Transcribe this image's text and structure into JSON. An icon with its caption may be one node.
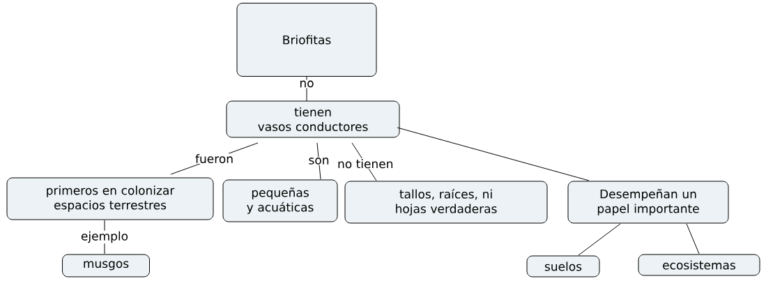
{
  "diagram": {
    "nodes": [
      {
        "text": [
          "Briofitas"
        ]
      },
      {
        "text": [
          "tienen vasos conductores"
        ]
      },
      {
        "text": [
          "primeros en colonizar espacios terrestres"
        ]
      },
      {
        "text": [
          "pequeñas y acuáticas"
        ]
      },
      {
        "text": [
          "tallos, raíces, ni hojas verdaderas"
        ]
      },
      {
        "text": [
          "Desempeñan un papel importante"
        ]
      },
      {
        "text": [
          "musgos"
        ]
      },
      {
        "text": [
          "suelos"
        ]
      },
      {
        "text": [
          "ecosistemas"
        ]
      }
    ],
    "edges": [
      {
        "from": 0,
        "to": 1,
        "arrow": "none",
        "label": "no"
      },
      {
        "from": 1,
        "to": 2,
        "arrow": "none",
        "label": "fueron"
      },
      {
        "from": 1,
        "to": 3,
        "arrow": "none",
        "label": "son"
      },
      {
        "from": 1,
        "to": 4,
        "arrow": "none",
        "label": "no tienen"
      },
      {
        "from": 1,
        "to": 5,
        "arrow": "none"
      },
      {
        "from": 2,
        "to": 6,
        "arrow": "none",
        "label": "ejemplo"
      },
      {
        "from": 5,
        "to": 7,
        "arrow": "none"
      },
      {
        "from": 5,
        "to": 8,
        "arrow": "none"
      }
    ]
  }
}
